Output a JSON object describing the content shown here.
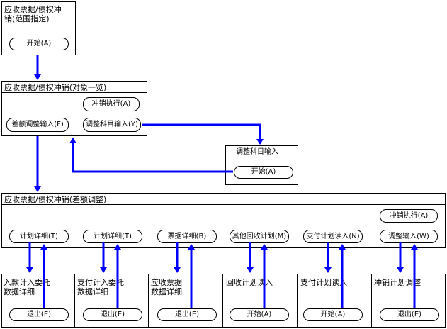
{
  "box_range": {
    "title": "应收票据/债权冲\n销(范围指定)",
    "start_btn": "开始(A)"
  },
  "box_list": {
    "title": "应收票据/债权冲销(对象一览)",
    "execute_btn": "冲销执行(A)",
    "diff_input_btn": "差额调整输入(F)",
    "adjust_account_btn": "调整科目输入(Y)"
  },
  "box_adjust_account": {
    "title": "调整科目输入",
    "start_btn": "开始(A)"
  },
  "box_diff": {
    "title": "应收票据/债权冲销(差额调整)",
    "execute_btn": "冲销执行(A)",
    "adjust_input_btn": "调整输入(W)",
    "buttons": [
      "计划详细(T)",
      "计划详细(T)",
      "票据详细(B)",
      "其他回收计划(M)",
      "支付计划读入(N)"
    ]
  },
  "bottom_cells": [
    {
      "label": "入款计入委托\n数据详细",
      "button": "退出(E)"
    },
    {
      "label": "支付计入委托\n数据详细",
      "button": "退出(E)"
    },
    {
      "label": "应收票据\n数据详细",
      "button": "退出(E)"
    },
    {
      "label": "回收计划读入",
      "button": "开始(A)"
    },
    {
      "label": "支付计划读入",
      "button": "开始(A)"
    },
    {
      "label": "冲销计划调整",
      "button": "退出(E)"
    }
  ],
  "colors": {
    "arrow": "#0000ff",
    "border": "#000000",
    "background": "#ffffff"
  }
}
